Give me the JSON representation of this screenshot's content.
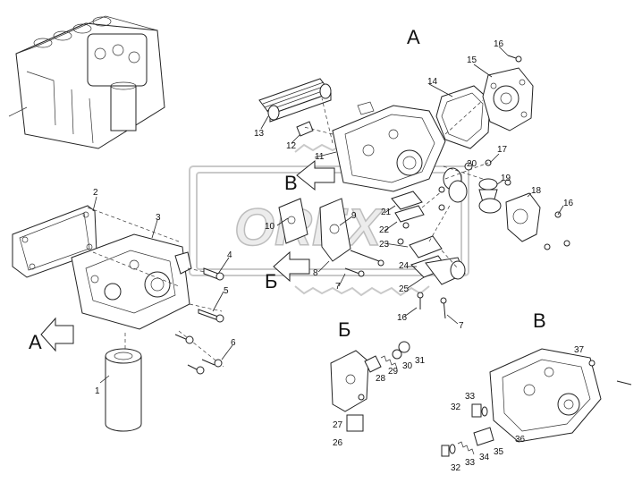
{
  "sections": {
    "a_top": "А",
    "a_left": "А",
    "b_arrow": "В",
    "v_detail": "В",
    "b_arrow2": "Б",
    "b_detail": "Б"
  },
  "watermark": "OREX",
  "callouts": {
    "c1": "1",
    "c2": "2",
    "c3": "3",
    "c4": "4",
    "c5": "5",
    "c6": "6",
    "c7a": "7",
    "c7b": "7",
    "c8": "8",
    "c9": "9",
    "c10": "10",
    "c11": "11",
    "c12": "12",
    "c13": "13",
    "c14": "14",
    "c15": "15",
    "c16a": "16",
    "c16b": "16",
    "c16c": "16",
    "c17": "17",
    "c18": "18",
    "c19": "19",
    "c20": "20",
    "c21": "21",
    "c22": "22",
    "c23": "23",
    "c24": "24",
    "c25": "25",
    "c26": "26",
    "c27": "27",
    "c28": "28",
    "c29": "29",
    "c30": "30",
    "c31": "31",
    "c32a": "32",
    "c32b": "32",
    "c33a": "33",
    "c33b": "33",
    "c34": "34",
    "c35": "35",
    "c36": "36",
    "c37": "37"
  }
}
